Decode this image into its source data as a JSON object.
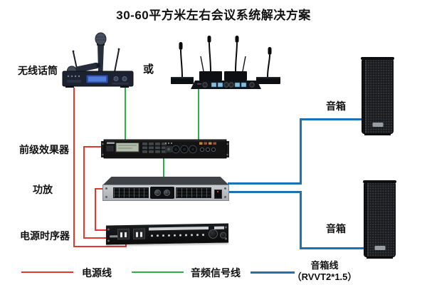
{
  "title": "30-60平方米左右会议系统解决方案",
  "labels": {
    "wireless_mic": "无线话筒",
    "or": "或",
    "preamp": "前级效果器",
    "amplifier": "功放",
    "sequencer": "电源时序器",
    "speaker_top": "音箱",
    "speaker_bottom": "音箱"
  },
  "legend": {
    "power": {
      "label": "电源线",
      "color": "#e0392f"
    },
    "audio": {
      "label": "音频信号线",
      "color": "#2fae49"
    },
    "speaker": {
      "label": "音箱线",
      "sublabel": "（RVVT2*1.5）",
      "color": "#1d71b5"
    }
  },
  "colors": {
    "power_line": "#e0392f",
    "audio_line": "#2fae49",
    "speaker_line": "#1d71b5"
  }
}
